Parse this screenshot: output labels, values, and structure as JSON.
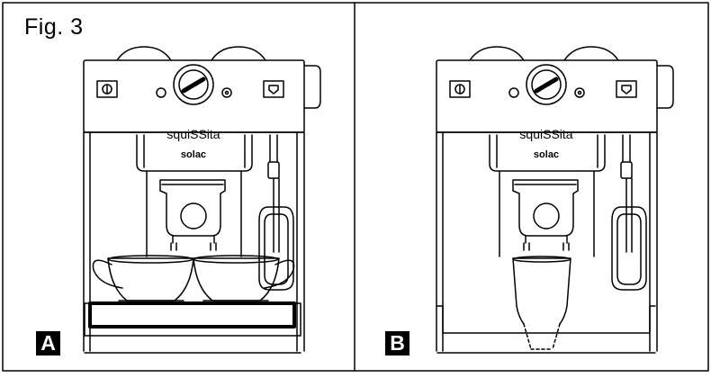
{
  "figure": {
    "title": "Fig. 3"
  },
  "panels": [
    {
      "label": "A",
      "brand": "squiSSita",
      "maker": "solac",
      "cup": "two espresso cups"
    },
    {
      "label": "B",
      "brand": "squiSSita",
      "maker": "solac",
      "cup": "tall glass"
    }
  ],
  "icons": [
    "power-switch-icon",
    "selector-knob-icon",
    "cup-symbol-icon",
    "steam-symbol-icon",
    "hot-water-switch-icon"
  ],
  "colors": {
    "line": "#000000",
    "background": "#ffffff"
  }
}
